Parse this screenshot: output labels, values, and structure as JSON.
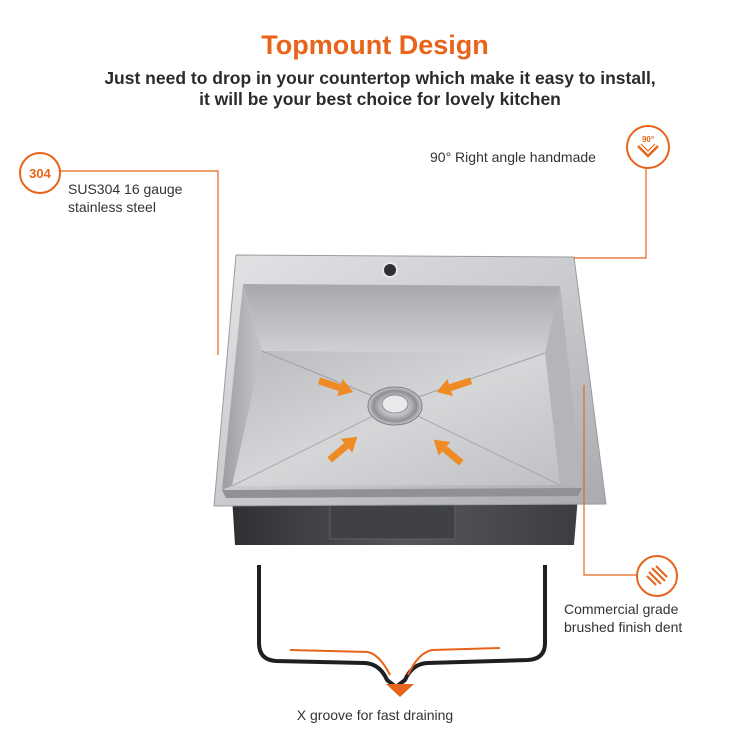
{
  "header": {
    "title": "Topmount Design",
    "subtitle_line1": "Just need to drop in your countertop which make it easy to install,",
    "subtitle_line2": "it will be your best choice for lovely kitchen"
  },
  "callouts": {
    "material": {
      "badge_text": "304",
      "line1": "SUS304 16 gauge",
      "line2": "stainless steel"
    },
    "angle": {
      "badge_text": "90°",
      "text": "90° Right angle handmade"
    },
    "finish": {
      "line1": "Commercial grade",
      "line2": "brushed finish dent"
    },
    "groove": {
      "text": "X groove for fast draining"
    }
  },
  "colors": {
    "accent": "#e8641a",
    "steel_light": "#d2d4d6",
    "steel_mid": "#b5b7ba",
    "steel_dark": "#4a4c50",
    "text": "#2b2b2b"
  }
}
